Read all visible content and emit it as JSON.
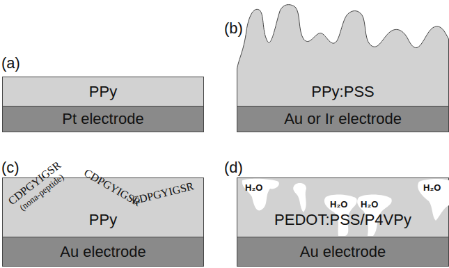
{
  "diagram": {
    "nodes": [
      {
        "text": [
          "PPy"
        ]
      },
      {
        "text": [
          "Pt electrode"
        ]
      },
      {
        "text": [
          "PPy:PSS"
        ]
      },
      {
        "text": [
          "Au or Ir electrode"
        ]
      },
      {
        "text": [
          "PPy"
        ]
      },
      {
        "text": [
          "Au electrode"
        ]
      },
      {
        "text": [
          "PEDOT:PSS/P4VPy"
        ]
      },
      {
        "text": [
          "Au electrode"
        ]
      }
    ],
    "labels": [
      "(a)",
      "(b)",
      "(c)",
      "(d)",
      "CDPGYIGSR",
      "(nona-peptide)",
      "CDPGYIGSR",
      "CDPGYIGSR",
      "H₂O",
      "H₂O",
      "H₂O",
      "H₂O"
    ]
  }
}
